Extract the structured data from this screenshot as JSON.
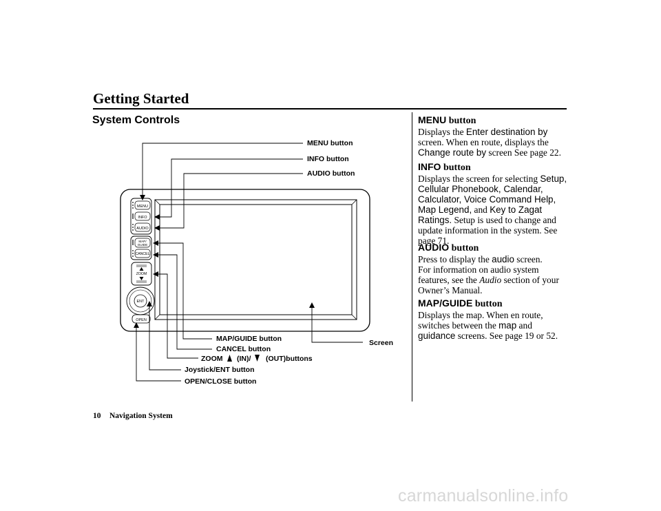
{
  "header": {
    "title": "Getting Started"
  },
  "section": {
    "title": "System Controls"
  },
  "diagram": {
    "labels": {
      "menu": "MENU button",
      "info": "INFO button",
      "audio": "AUDIO button",
      "map_guide": "MAP/GUIDE button",
      "cancel": "CANCEL button",
      "zoom_a": "ZOOM",
      "zoom_b": "(IN)/",
      "zoom_c": "(OUT)buttons",
      "joystick": "Joystick/ENT button",
      "open_close": "OPEN/CLOSE button",
      "screen": "Screen"
    },
    "panel_buttons": {
      "menu": "MENU",
      "info": "INFO",
      "audio": "AUDIO",
      "map1": "MAP/",
      "map2": "GUIDE",
      "cancel": "CANCEL",
      "zoom": "ZOOM",
      "ent": "ENT",
      "open": "OPEN"
    }
  },
  "descriptions": {
    "menu": {
      "head": "MENU",
      "head_suffix": " button",
      "t1": "Displays the ",
      "s1": "Enter destination by",
      "t2": "screen. When en route, displays the",
      "s2": "Change route by",
      "t3": " screen See page 22."
    },
    "info": {
      "head": "INFO",
      "head_suffix": " button",
      "t1": "Displays the screen for selecting ",
      "s1": "Setup,",
      "s2": "Cellular Phonebook, Calendar,",
      "s3": "Calculator, Voice Command Help,",
      "s4": "Map Legend,",
      "t2": " and ",
      "s5": "Key to Zagat",
      "s6": "Ratings.",
      "t3": " Setup is used to change and",
      "t4": "update information in the system. See",
      "t5": "page 71."
    },
    "audio": {
      "head": "AUDIO",
      "head_suffix": " button",
      "t1": "Press to display the ",
      "s1": "audio",
      "t2": " screen.",
      "t3": "For information on audio system",
      "t4": "features, see the ",
      "i1": "Audio",
      "t5": " section of your",
      "t6": "Owner’s Manual."
    },
    "map": {
      "head": "MAP/GUIDE",
      "head_suffix": " button",
      "t1": "Displays the map. When en route,",
      "t2": "switches between the ",
      "s1": "map",
      "t3": " and",
      "s2": "guidance",
      "t4": " screens. See page 19 or 52."
    }
  },
  "footer": {
    "page_number": "10",
    "title": "Navigation System"
  },
  "watermark": "carmanualsonline.info"
}
